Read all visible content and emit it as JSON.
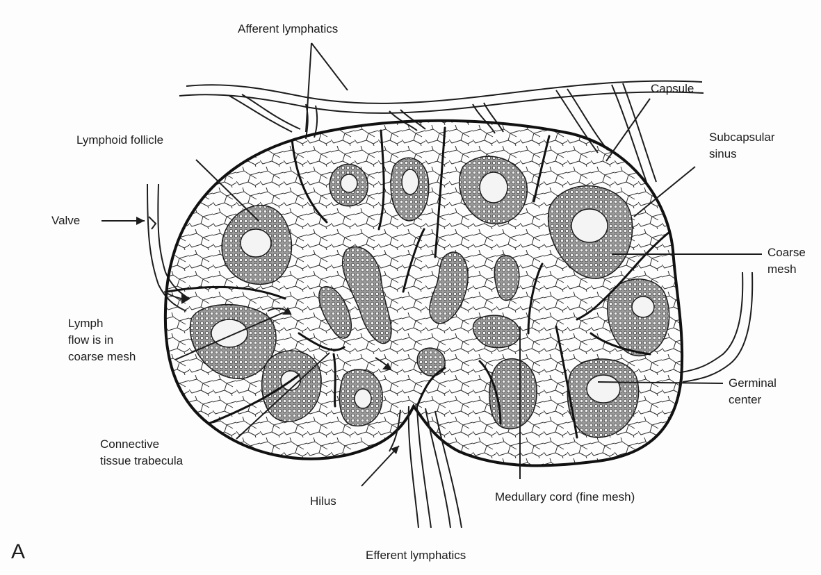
{
  "panel_letter": "A",
  "labels": {
    "afferent": "Afferent lymphatics",
    "capsule": "Capsule",
    "lymphoid_follicle": "Lymphoid  follicle",
    "subcapsular_1": "Subcapsular",
    "subcapsular_2": "sinus",
    "valve": "Valve",
    "coarse_1": "Coarse",
    "coarse_2": "mesh",
    "lymph_1": "Lymph",
    "lymph_2": "flow is in",
    "lymph_3": "coarse mesh",
    "germinal_1": "Germinal",
    "germinal_2": "center",
    "connective_1": "Connective",
    "connective_2": "tissue trabecula",
    "hilus": "Hilus",
    "medullary": "Medullary cord (fine mesh)",
    "efferent": "Efferent lymphatics"
  },
  "colors": {
    "ink": "#1c1c1c",
    "paper": "#fdfdfd",
    "follicle_fill": "#8f8f8f",
    "center_fill": "#f4f4f4"
  }
}
